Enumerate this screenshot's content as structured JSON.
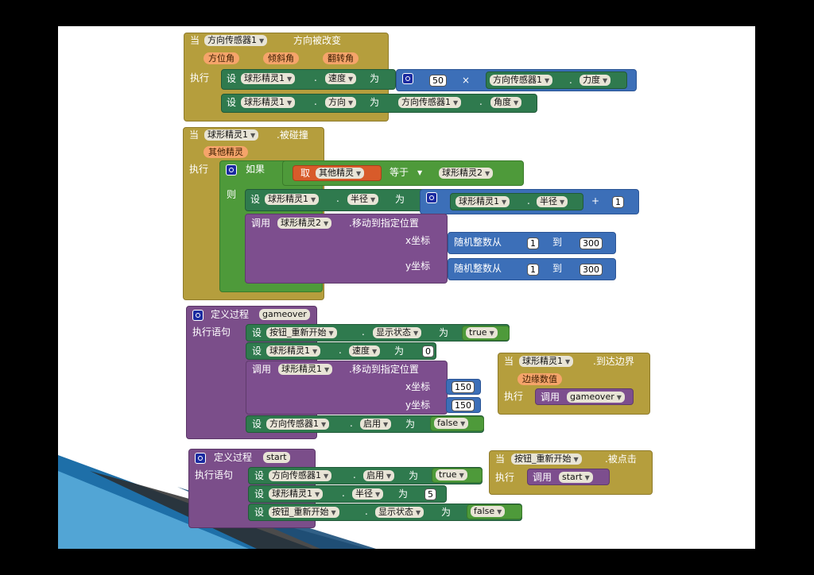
{
  "common": {
    "when": "当",
    "do": "执行",
    "set": "设",
    "to": "为",
    "dot": ".",
    "call": "调用",
    "then": "则",
    "if": "如果",
    "do_statements": "执行语句",
    "define_procedure": "定义过程",
    "x_coord": "x坐标",
    "y_coord": "y坐标",
    "random_from": "随机整数从",
    "random_to": "到",
    "times": "×",
    "plus": "+",
    "get": "取",
    "equals": "等于",
    "move_to": ".移动到指定位置"
  },
  "block1": {
    "component": "方向传感器1",
    "event": "方向被改变",
    "params": [
      "方位角",
      "倾斜角",
      "翻转角"
    ],
    "set1_component": "球形精灵1",
    "set1_property": "速度",
    "number": "50",
    "sensor": "方向传感器1",
    "magnitude": "力度",
    "set2_property": "方向",
    "angle": "角度"
  },
  "block2": {
    "component": "球形精灵1",
    "event": ".被碰撞",
    "param": "其他精灵",
    "get_var": "其他精灵",
    "compare_to": "球形精灵2",
    "set_component": "球形精灵1",
    "set_property": "半径",
    "plus_value": "1",
    "call_component": "球形精灵2",
    "rand_min": "1",
    "rand_max": "300"
  },
  "block3": {
    "name": "gameover",
    "set1_component": "按钮_重新开始",
    "set1_property": "显示状态",
    "set1_value": "true",
    "set2_component": "球形精灵1",
    "set2_property": "速度",
    "set2_value": "0",
    "call_component": "球形精灵1",
    "x": "150",
    "y": "150",
    "set3_component": "方向传感器1",
    "set3_property": "启用",
    "set3_value": "false"
  },
  "block4": {
    "component": "球形精灵1",
    "event": ".到达边界",
    "param": "边缘数值",
    "call_proc": "gameover"
  },
  "block5": {
    "name": "start",
    "set1_component": "方向传感器1",
    "set1_property": "启用",
    "set1_value": "true",
    "set2_component": "球形精灵1",
    "set2_property": "半径",
    "set2_value": "5",
    "set3_component": "按钮_重新开始",
    "set3_property": "显示状态",
    "set3_value": "false"
  },
  "block6": {
    "component": "按钮_重新开始",
    "event": ".被点击",
    "call_proc": "start"
  },
  "colors": {
    "event": "#B59E3D",
    "procedure": "#7B4E8A",
    "setter": "#2F7A4E",
    "math": "#3C6FB8",
    "control": "#4E9A3A",
    "parameter": "#F5A46A"
  }
}
